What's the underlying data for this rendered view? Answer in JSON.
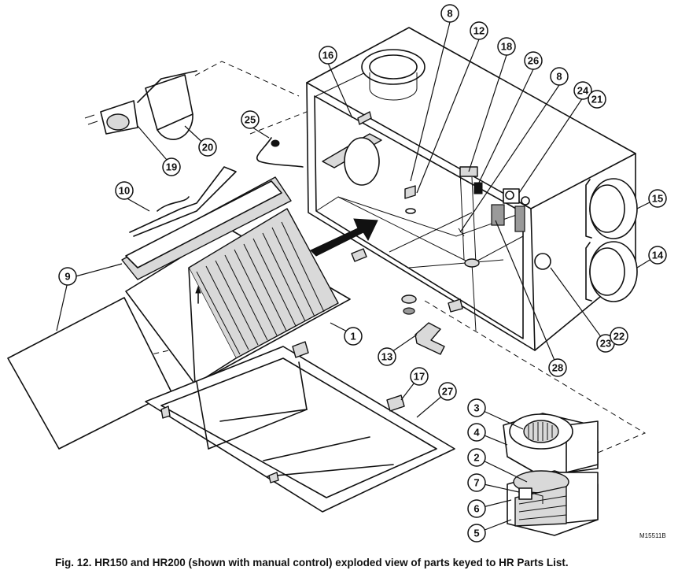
{
  "caption": "Fig. 12. HR150 and HR200 (shown with manual control) exploded view of parts keyed to HR Parts List.",
  "drawing_code": "M15511B",
  "callouts": [
    {
      "id": "c8a",
      "label": "8"
    },
    {
      "id": "c12",
      "label": "12"
    },
    {
      "id": "c18",
      "label": "18"
    },
    {
      "id": "c26",
      "label": "26"
    },
    {
      "id": "c8b",
      "label": "8"
    },
    {
      "id": "c24",
      "label": "24"
    },
    {
      "id": "c21",
      "label": "21"
    },
    {
      "id": "c16",
      "label": "16"
    },
    {
      "id": "c25",
      "label": "25"
    },
    {
      "id": "c20",
      "label": "20"
    },
    {
      "id": "c19",
      "label": "19"
    },
    {
      "id": "c10",
      "label": "10"
    },
    {
      "id": "c9",
      "label": "9"
    },
    {
      "id": "c1",
      "label": "1"
    },
    {
      "id": "c13",
      "label": "13"
    },
    {
      "id": "c17",
      "label": "17"
    },
    {
      "id": "c27",
      "label": "27"
    },
    {
      "id": "c15",
      "label": "15"
    },
    {
      "id": "c14",
      "label": "14"
    },
    {
      "id": "c23",
      "label": "23"
    },
    {
      "id": "c22",
      "label": "22"
    },
    {
      "id": "c28",
      "label": "28"
    },
    {
      "id": "c3",
      "label": "3"
    },
    {
      "id": "c4",
      "label": "4"
    },
    {
      "id": "c2",
      "label": "2"
    },
    {
      "id": "c7",
      "label": "7"
    },
    {
      "id": "c6",
      "label": "6"
    },
    {
      "id": "c5",
      "label": "5"
    }
  ]
}
